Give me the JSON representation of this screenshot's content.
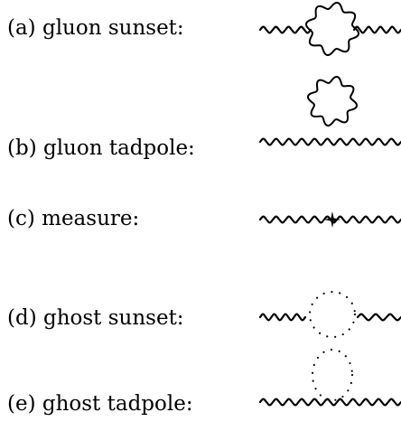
{
  "diagrams": [
    {
      "id": "a",
      "label": "(a) gluon sunset:",
      "kind": "gluon-sunset"
    },
    {
      "id": "b",
      "label": "(b) gluon tadpole:",
      "kind": "gluon-tadpole"
    },
    {
      "id": "c",
      "label": "(c) measure:",
      "kind": "measure"
    },
    {
      "id": "d",
      "label": "(d) ghost sunset:",
      "kind": "ghost-sunset"
    },
    {
      "id": "e",
      "label": "(e) ghost tadpole:",
      "kind": "ghost-tadpole"
    }
  ]
}
